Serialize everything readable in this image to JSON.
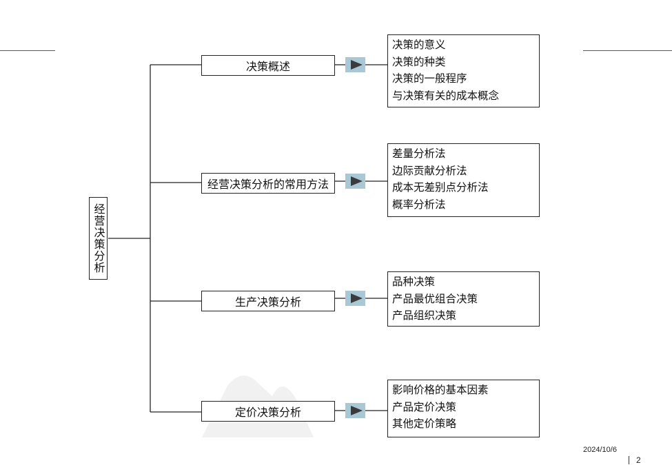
{
  "root": {
    "label": "经营决策分析"
  },
  "branches": [
    {
      "label": "决策概述",
      "items": [
        "决策的意义",
        "决策的种类",
        "决策的一般程序",
        "与决策有关的成本概念"
      ]
    },
    {
      "label": "经营决策分析的常用方法",
      "items": [
        "差量分析法",
        "边际贡献分析法",
        "成本无差别点分析法",
        "概率分析法"
      ]
    },
    {
      "label": "生产决策分析",
      "items": [
        "品种决策",
        "产品最优组合决策",
        "产品组织决策"
      ]
    },
    {
      "label": "定价决策分析",
      "items": [
        "影响价格的基本因素",
        "产品定价决策",
        "其他定价策略"
      ]
    }
  ],
  "footer": {
    "date": "2024/10/6",
    "page": "2"
  },
  "colors": {
    "arrow_fill": "#a9c8d6",
    "arrow_triangle": "#3b3b3b",
    "lines": "#222222"
  }
}
